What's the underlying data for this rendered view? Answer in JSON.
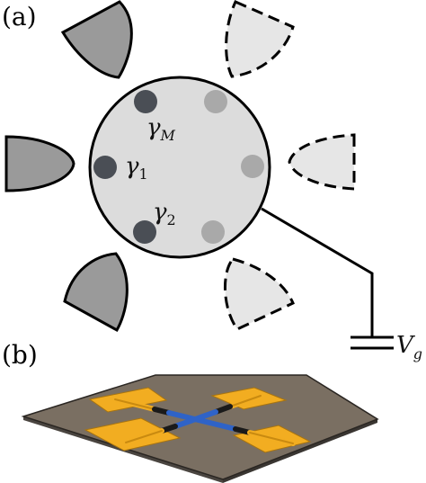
{
  "panels": {
    "a": {
      "label": "(a)"
    },
    "b": {
      "label": "(b)"
    }
  },
  "diagram": {
    "dots": {
      "gamma_M": {
        "symbol": "γ",
        "subscript": "M"
      },
      "gamma_1": {
        "symbol": "γ",
        "subscript": "1"
      },
      "gamma_2": {
        "symbol": "γ",
        "subscript": "2"
      }
    },
    "gate_voltage": {
      "symbol": "V",
      "subscript": "g"
    },
    "colors": {
      "island_fill": "#dcdcdc",
      "dark_dot": "#4a4e55",
      "light_dot": "#a9a9a9",
      "solid_lead_fill": "#9a9a9a",
      "dashed_lead_fill": "#e6e6e6",
      "stroke": "#000000",
      "substrate_top": "#7a6f62",
      "substrate_side": "#4a4540",
      "gold_pad": "#f2ad21",
      "nanowire_blue": "#2f63c7",
      "nanowire_black": "#1a1a1a"
    }
  }
}
